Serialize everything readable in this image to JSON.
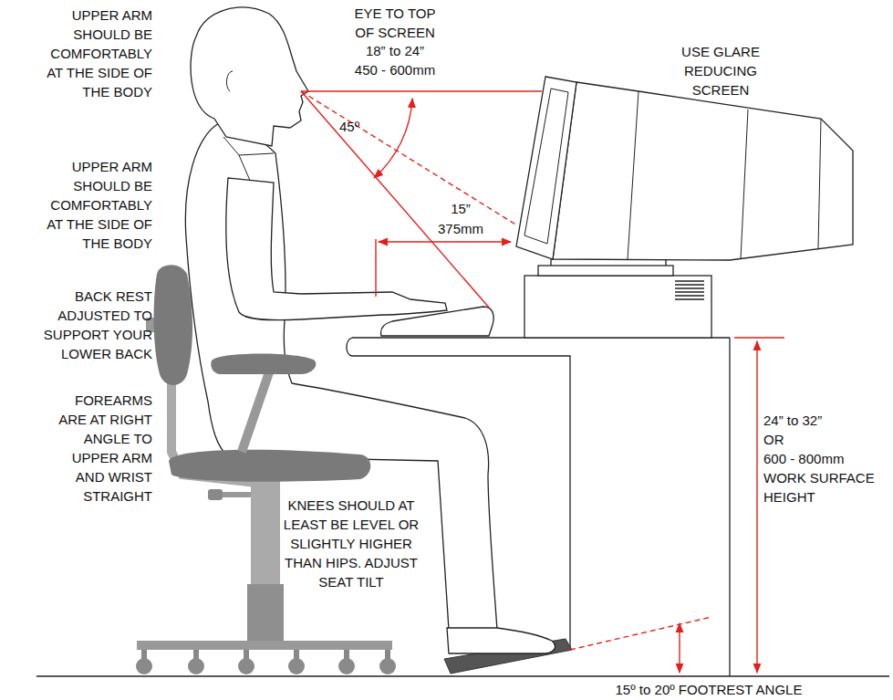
{
  "diagram": {
    "labels": [
      "UPPER ARM SHOULD BE COMFORTABLY AT THE SIDE OF THE BODY",
      "EYE TO TOP OF SCREEN",
      "18” to 24”",
      "450 - 600mm",
      "USE GLARE REDUCING SCREEN",
      "45º",
      "UPPER ARM SHOULD BE COMFORTABLY AT THE SIDE OF THE BODY",
      "15”",
      "375mm",
      "BACK REST ADJUSTED TO SUPPORT YOUR LOWER BACK",
      "FOREARMS ARE AT RIGHT ANGLE TO UPPER ARM AND WRIST STRAIGHT",
      "KNEES SHOULD AT LEAST BE LEVEL OR SLIGHTLY HIGHER THAN HIPS. ADJUST SEAT TILT",
      "24” to 32”",
      "OR",
      "600 - 800mm",
      "WORK SURFACE HEIGHT",
      "15º to 20º FOOTREST ANGLE"
    ]
  }
}
